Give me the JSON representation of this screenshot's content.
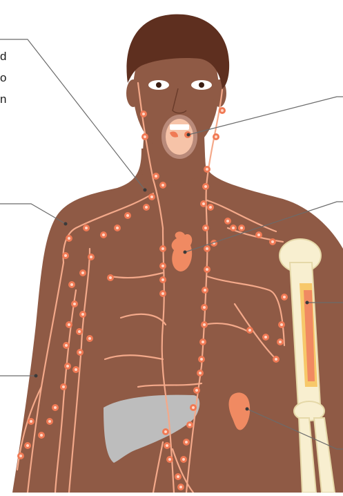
{
  "label_fragments": [
    "d",
    "o",
    "n"
  ],
  "colors": {
    "skin": "#8f5a45",
    "skin_shadow": "#7a4a38",
    "hair": "#5e2f1f",
    "lymph_vessel": "#f4a98a",
    "lymph_node": "#f07a55",
    "node_core": "#ffd8c8",
    "organ": "#f08a62",
    "liver": "#bdbdbd",
    "bone": "#f8efd0",
    "marrow": "#f7c86a",
    "leader_line": "#6b6b6b",
    "background": "#ffffff"
  },
  "structures": [
    "tonsils",
    "thymus",
    "liver",
    "spleen",
    "bone-marrow",
    "lymph-vessels",
    "lymph-nodes"
  ],
  "icons": [
    "lymph-node-icon"
  ]
}
